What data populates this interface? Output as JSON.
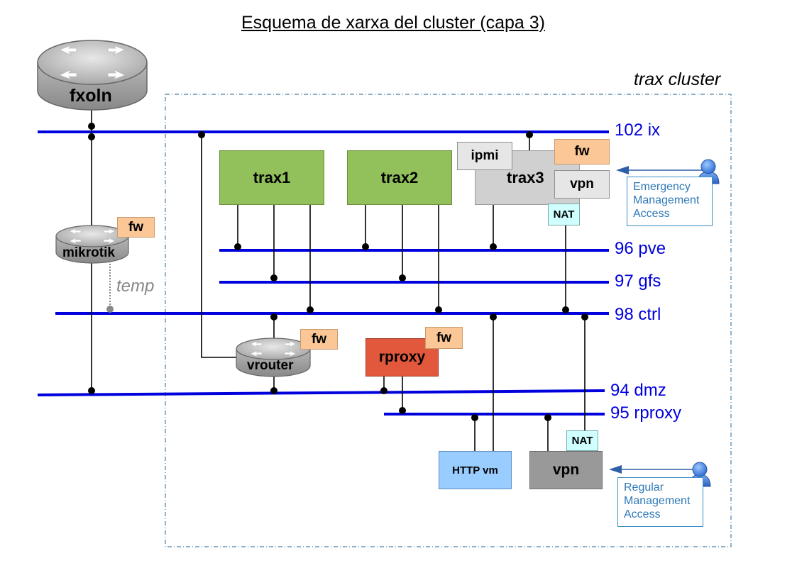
{
  "title": "Esquema de xarxa del cluster (capa 3)",
  "cluster_label": "trax cluster",
  "networks": {
    "ix": "102 ix",
    "pve": "96 pve",
    "gfs": "97 gfs",
    "ctrl": "98 ctrl",
    "dmz": "94 dmz",
    "rproxy": "95 rproxy"
  },
  "routers": {
    "fxoln": "fxoln",
    "mikrotik": "mikrotik",
    "vrouter": "vrouter"
  },
  "nodes": {
    "trax1": "trax1",
    "trax2": "trax2",
    "trax3": "trax3",
    "rproxy": "rproxy",
    "http_vm": "HTTP vm",
    "vpn": "vpn"
  },
  "labels": {
    "fw": "fw",
    "ipmi": "ipmi",
    "vpn": "vpn",
    "nat": "NAT",
    "temp": "temp"
  },
  "access": {
    "emergency": [
      "Emergency",
      "Management",
      "Access"
    ],
    "regular": [
      "Regular",
      "Management",
      "Access"
    ]
  },
  "colors": {
    "network_line": "#0000dd",
    "node_green": "#92c05a",
    "firewall": "#fcc797",
    "rproxy": "#e2583c",
    "http_vm": "#99ccff",
    "vpn": "#999999",
    "access_border": "#3a8fc8",
    "user_icon": "#2f6fd6"
  }
}
